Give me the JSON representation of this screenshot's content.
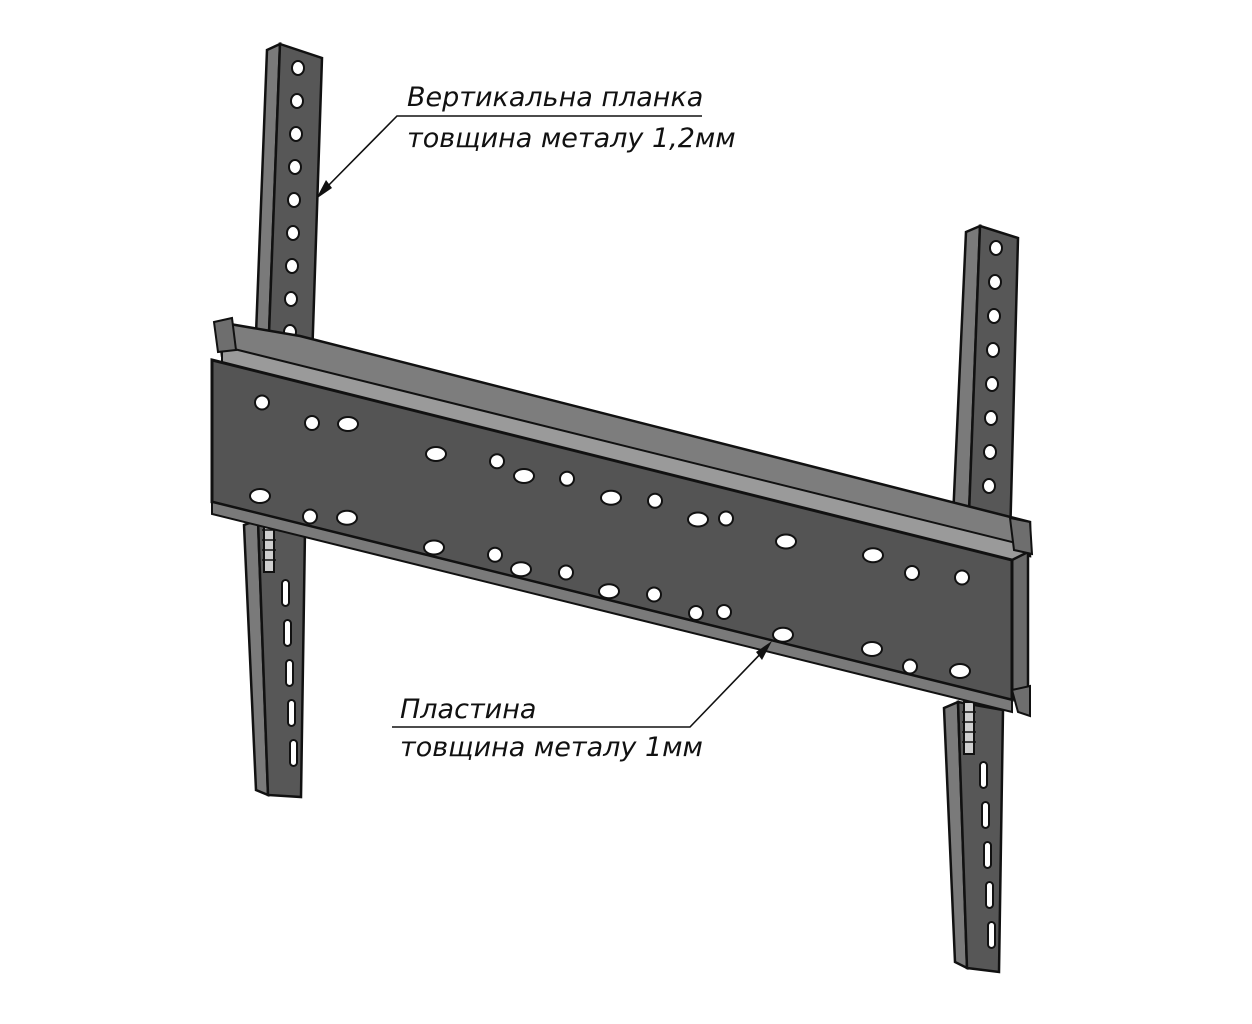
{
  "colors": {
    "metal_front": "#545454",
    "metal_side": "#6e6e6e",
    "metal_light": "#8c8c8c",
    "outline": "#111111",
    "hole": "#ffffff",
    "text": "#111111"
  },
  "labels": {
    "vertical_bar": {
      "line1": "Вертикальна планка",
      "line2": "товщина металу 1,2мм"
    },
    "plate": {
      "line1": "Пластина",
      "line2": "товщина металу 1мм"
    }
  }
}
